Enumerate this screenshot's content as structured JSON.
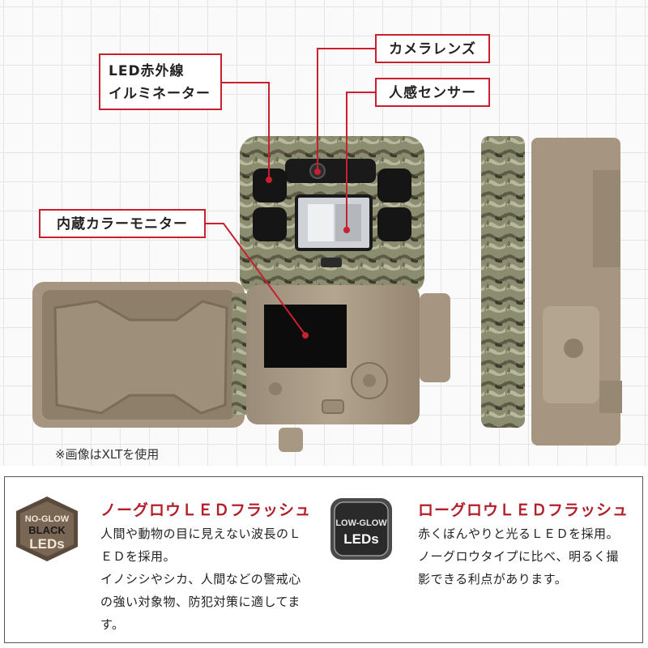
{
  "callouts": {
    "led_line1": "LED赤外線",
    "led_line2": "イルミネーター",
    "lens": "カメラレンズ",
    "sensor": "人感センサー",
    "monitor": "内蔵カラーモニター"
  },
  "note": "※画像はXLTを使用",
  "features": {
    "noglow": {
      "badge_line1": "NO-GLOW",
      "badge_line2": "BLACK",
      "badge_line3": "LEDs",
      "title": "ノーグロウＬＥＤフラッシュ",
      "lines": [
        "人間や動物の目に見えない波長のＬ",
        "ＥＤを採用。",
        "イノシシやシカ、人間などの警戒心",
        "の強い対象物、防犯対策に適してま",
        "す。"
      ]
    },
    "lowglow": {
      "badge_line1": "LOW-GLOW",
      "badge_line2": "LEDs",
      "title": "ローグロウＬＥＤフラッシュ",
      "lines": [
        "赤くぼんやりと光るＬＥＤを採用。",
        "ノーグロウタイプに比べ、明るく撮",
        "影できる利点があります。"
      ]
    }
  },
  "colors": {
    "accent_red": "#c8202f",
    "title_red": "#b21e2a",
    "camo_base": "#8a8a6e",
    "housing_tan": "#a99a86"
  }
}
